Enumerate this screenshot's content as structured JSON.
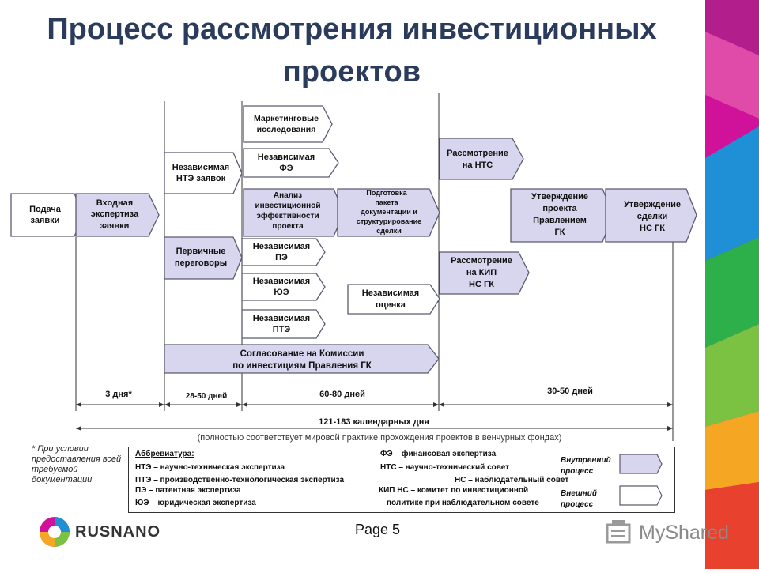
{
  "title": {
    "line1": "Процесс рассмотрения инвестиционных",
    "line2": "проектов"
  },
  "boxes": {
    "podacha": [
      "Подача",
      "заявки"
    ],
    "vhodnaya": [
      "Входная",
      "экспертиза",
      "заявки"
    ],
    "nte_zayavok": [
      "Независимая",
      "НТЭ заявок"
    ],
    "pervichnye": [
      "Первичные",
      "переговоры"
    ],
    "marketing": [
      "Маркетинговые",
      "исследования"
    ],
    "fe": [
      "Независимая",
      "ФЭ"
    ],
    "analiz": [
      "Анализ",
      "инвестиционной",
      "эффективности",
      "проекта"
    ],
    "pe": [
      "Независимая",
      "ПЭ"
    ],
    "yue": [
      "Независимая",
      "ЮЭ"
    ],
    "pte": [
      "Независимая",
      "ПТЭ"
    ],
    "paket": [
      "Подготовка",
      "пакета",
      "документации и",
      "структурирование",
      "сделки"
    ],
    "ocenka": [
      "Независимая",
      "оценка"
    ],
    "nts": [
      "Рассмотрение",
      "на НТС"
    ],
    "kip": [
      "Рассмотрение",
      "на КИП",
      "НС ГК"
    ],
    "utv_proekta": [
      "Утверждение",
      "проекта",
      "Правлением",
      "ГК"
    ],
    "utv_sdelki": [
      "Утверждение",
      "сделки",
      "НС ГК"
    ],
    "soglasovanie": [
      "Согласование  на Комиссии",
      "по инвестициям Правления ГК"
    ]
  },
  "durations": {
    "d1": "3 дня*",
    "d2": "28-50 дней",
    "d3": "60-80 дней",
    "d4": "30-50 дней"
  },
  "total": {
    "label": "121-183 календарных дня",
    "note": "(полностью соответствует мировой практике прохождения проектов в венчурных фондах)"
  },
  "footnote": "* При условии предоставления всей требуемой документации",
  "abbreviations": {
    "header": "Аббревиатура:",
    "left": [
      "НТЭ – научно-техническая экспертиза",
      "ПТЭ – производственно-технологическая экспертиза",
      "ПЭ – патентная экспертиза",
      "ЮЭ – юридическая экспертиза"
    ],
    "right": [
      "ФЭ – финансовая экспертиза",
      "НТС – научно-технический совет",
      "НС – наблюдательный совет",
      "КИП НС – комитет по инвестиционной",
      "политике при наблюдательном совете"
    ]
  },
  "legend": {
    "internal": "Внутренний процесс",
    "external": "Внешний процесс"
  },
  "page": "Page 5",
  "logo": "RUSNANO",
  "watermark": "MyShared"
}
